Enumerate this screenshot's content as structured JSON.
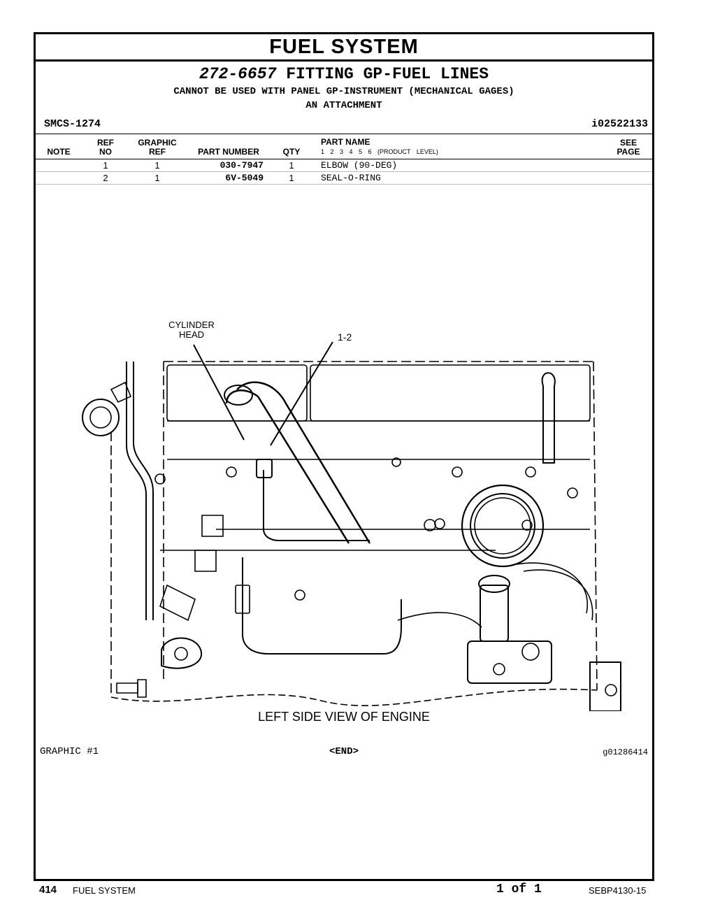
{
  "section_title": "FUEL SYSTEM",
  "group": {
    "part_number": "272-6657",
    "name": "FITTING GP-FUEL LINES",
    "notes": [
      "CANNOT BE USED WITH PANEL GP-INSTRUMENT (MECHANICAL GAGES)",
      "AN ATTACHMENT"
    ],
    "smcs": "SMCS-1274",
    "illustration_id": "i02522133"
  },
  "table": {
    "headers": {
      "note": "NOTE",
      "ref_no_top": "REF",
      "ref_no_bottom": "NO",
      "graphic_ref_top": "GRAPHIC",
      "graphic_ref_bottom": "REF",
      "part_number": "PART NUMBER",
      "qty": "QTY",
      "part_name": "PART NAME",
      "product_levels": "1 2 3 4 5 6 (PRODUCT LEVEL)",
      "see_page_top": "SEE",
      "see_page_bottom": "PAGE"
    },
    "rows": [
      {
        "note": "",
        "ref_no": "1",
        "graphic_ref": "1",
        "part_number": "030-7947",
        "qty": "1",
        "part_name": "ELBOW (90-DEG)",
        "see_page": ""
      },
      {
        "note": "",
        "ref_no": "2",
        "graphic_ref": "1",
        "part_number": "6V-5049",
        "qty": "1",
        "part_name": "SEAL-O-RING",
        "see_page": ""
      }
    ]
  },
  "graphic": {
    "callouts": {
      "cylinder_head_line1": "CYLINDER",
      "cylinder_head_line2": "HEAD",
      "ref": "1-2"
    },
    "caption": "LEFT SIDE VIEW OF ENGINE",
    "label": "GRAPHIC #1",
    "end_marker": "<END>",
    "graphic_id": "g01286414"
  },
  "footer": {
    "page_number": "414",
    "section": "FUEL SYSTEM",
    "page_of": "1 of 1",
    "doc_id": "SEBP4130-15"
  }
}
